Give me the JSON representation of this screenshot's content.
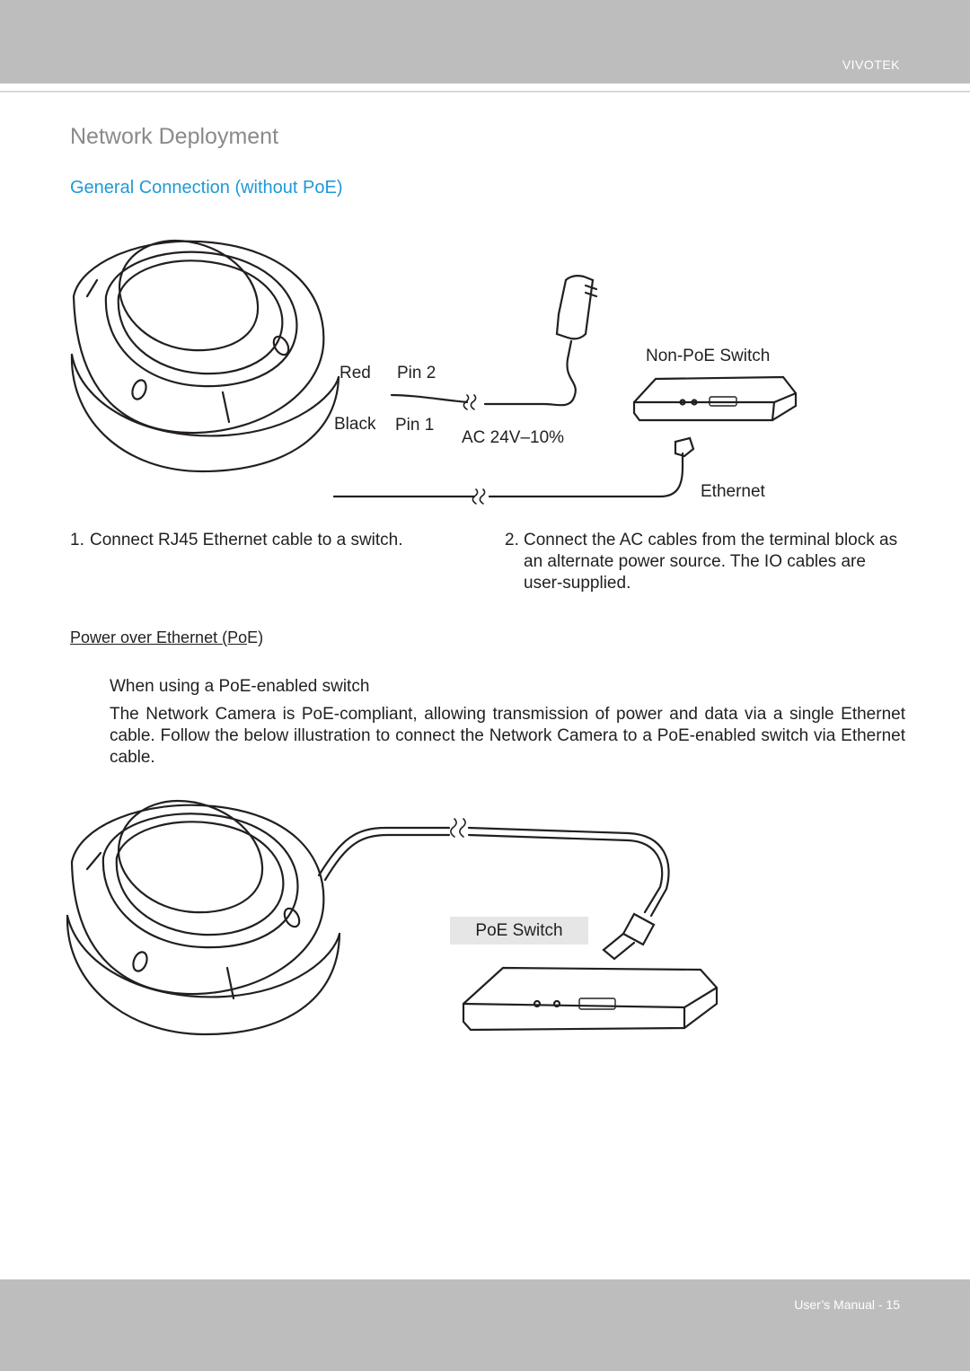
{
  "header": {
    "brand": "VIVOTEK"
  },
  "page_title": "Network Deployment",
  "section_title": "General Connection (without PoE)",
  "diagram1": {
    "wire_red": "Red",
    "pin2": "Pin 2",
    "wire_black": "Black",
    "pin1": "Pin 1",
    "power_spec": "AC 24V–10%",
    "switch_label": "Non-PoE Switch",
    "ethernet_label": "Ethernet"
  },
  "steps": [
    {
      "num": "1.",
      "text": "Connect RJ45 Ethernet cable to a switch."
    },
    {
      "num": "2.",
      "text": "Connect the AC cables from the terminal block as an alternate power source. The IO cables are user-supplied."
    }
  ],
  "poe": {
    "heading_underlined": "Power over Ethernet (Po",
    "heading_rest": "E)",
    "subheading": "When using a PoE-enabled switch",
    "body": "The Network Camera is PoE-compliant, allowing transmission of power and data via a single Ethernet cable. Follow the below illustration to connect the Network Camera to a PoE-enabled switch via Ethernet cable.",
    "switch_label": "PoE Switch"
  },
  "footer": {
    "page_label": "User’s Manual - 15"
  }
}
